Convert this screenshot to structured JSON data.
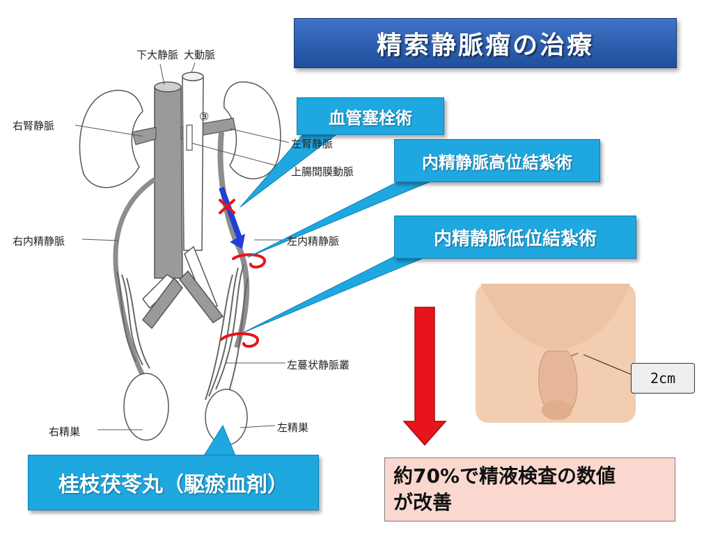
{
  "title": "精索静脈瘤の治療",
  "labels": {
    "ivc": "下大静脈",
    "aorta": "大動脈",
    "right_renal_vein": "右腎静脈",
    "left_renal_vein": "左腎静脈",
    "sma": "上腸間膜動脈",
    "right_int_spermatic": "右内精静脈",
    "left_int_spermatic": "左内精静脈",
    "left_plexus": "左蔓状静脈叢",
    "right_testis": "右精巣",
    "left_testis": "左精巣",
    "marker_3": "③"
  },
  "callouts": {
    "embolization": "血管塞栓術",
    "high_ligation": "内精静脈高位結紮術",
    "low_ligation": "内精静脈低位結紮術",
    "herbal": "桂枝茯苓丸（駆瘀血剤）"
  },
  "incision_size": "2cm",
  "result": {
    "line1": "約70%で精液検査の数値",
    "line2": "が改善"
  },
  "colors": {
    "title_bg": "#2a5db0",
    "callout_bg": "#1fa7e0",
    "result_bg": "#fbd8cf",
    "arrow_red": "#e8141b",
    "flow_blue": "#1f3fd6"
  }
}
